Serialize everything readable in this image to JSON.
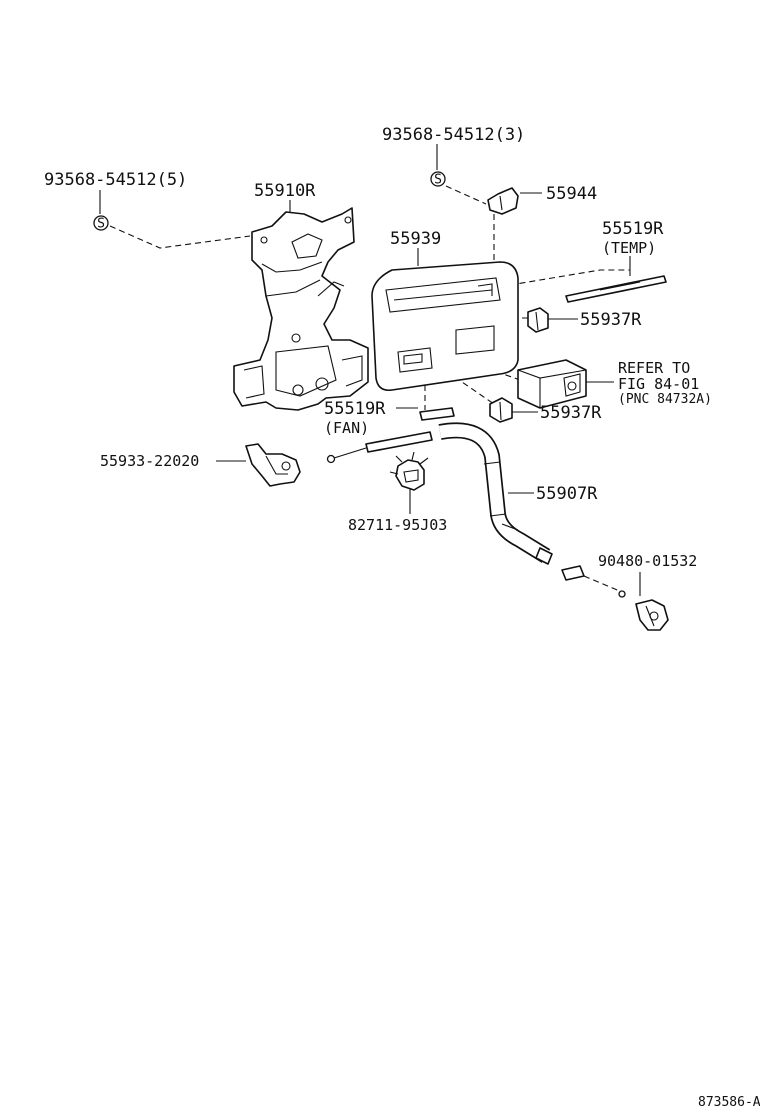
{
  "labels": {
    "bolt_5": "93568-54512(5)",
    "bolt_3": "93568-54512(3)",
    "bracket": "55910R",
    "panel": "55939",
    "knob_top": "55944",
    "cable_temp_code": "55519R",
    "cable_temp_note": "(TEMP)",
    "knob_right_upper": "55937R",
    "refer_line1": "REFER TO",
    "refer_line2": "FIG 84-01",
    "refer_line3": "(PNC 84732A)",
    "cable_fan_code": "55519R",
    "cable_fan_note": "(FAN)",
    "knob_right_lower": "55937R",
    "clamp": "55933-22020",
    "clip": "82711-95J03",
    "hose": "55907R",
    "screw": "90480-01532",
    "figure_id": "873586-A"
  },
  "icons": {
    "bolt_symbol_left": "S",
    "bolt_symbol_right": "S"
  }
}
